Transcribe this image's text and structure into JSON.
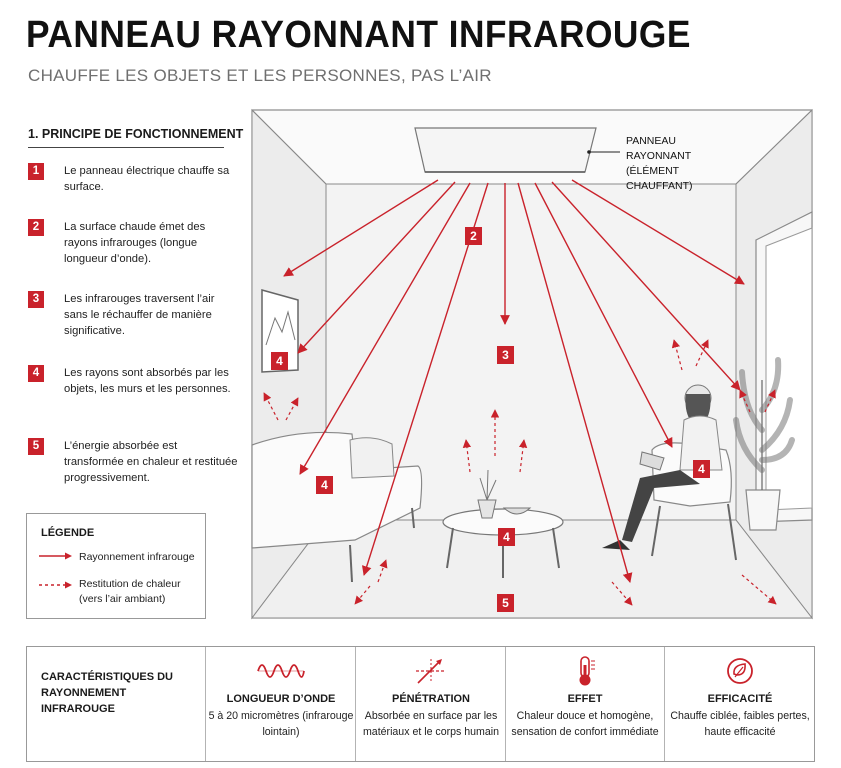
{
  "title": "PANNEAU RAYONNANT INFRAROUGE",
  "subtitle": "CHAUFFE LES OBJETS ET LES PERSONNES, PAS L’AIR",
  "principle": {
    "heading": "1. PRINCIPE DE FONCTIONNEMENT",
    "steps": [
      {
        "num": "1",
        "text": "Le panneau électrique chauffe sa surface."
      },
      {
        "num": "2",
        "text": "La surface chaude émet des rayons infrarouges (longue longueur d’onde)."
      },
      {
        "num": "3",
        "text": "Les infrarouges traversent l’air sans le réchauffer de manière significative."
      },
      {
        "num": "4",
        "text": "Les rayons sont absorbés par les objets, les murs et les personnes."
      },
      {
        "num": "5",
        "text": "L’énergie absorbée est transformée en chaleur et restituée progressivement."
      }
    ]
  },
  "legend": {
    "title": "LÉGENDE",
    "items": [
      {
        "label": "Rayonnement infrarouge"
      },
      {
        "label": "Restitution de chaleur (vers l’air ambiant)"
      }
    ]
  },
  "scene": {
    "panel_label": "PANNEAU RAYONNANT (ÉLÉMENT CHAUFFANT)",
    "badges": [
      "2",
      "3",
      "4",
      "4",
      "4",
      "4",
      "5"
    ]
  },
  "characteristics": {
    "title": "CARACTÉRISTIQUES DU RAYONNEMENT INFRAROUGE",
    "features": [
      {
        "title": "LONGUEUR D’ONDE",
        "text": "5 à 20 micromètres (infrarouge lointain)",
        "icon": "wave-icon"
      },
      {
        "title": "PÉNÉTRATION",
        "text": "Absorbée en surface par les matériaux et le corps humain",
        "icon": "penetration-icon"
      },
      {
        "title": "EFFET",
        "text": "Chaleur douce et homogène, sensation de confort immédiate",
        "icon": "thermometer-icon"
      },
      {
        "title": "EFFICACITÉ",
        "text": "Chauffe ciblée, faibles pertes, haute efficacité",
        "icon": "efficiency-icon"
      }
    ]
  },
  "colors": {
    "accent": "#c9222b",
    "text": "#1a1a1a",
    "muted": "#6f6f6f"
  }
}
